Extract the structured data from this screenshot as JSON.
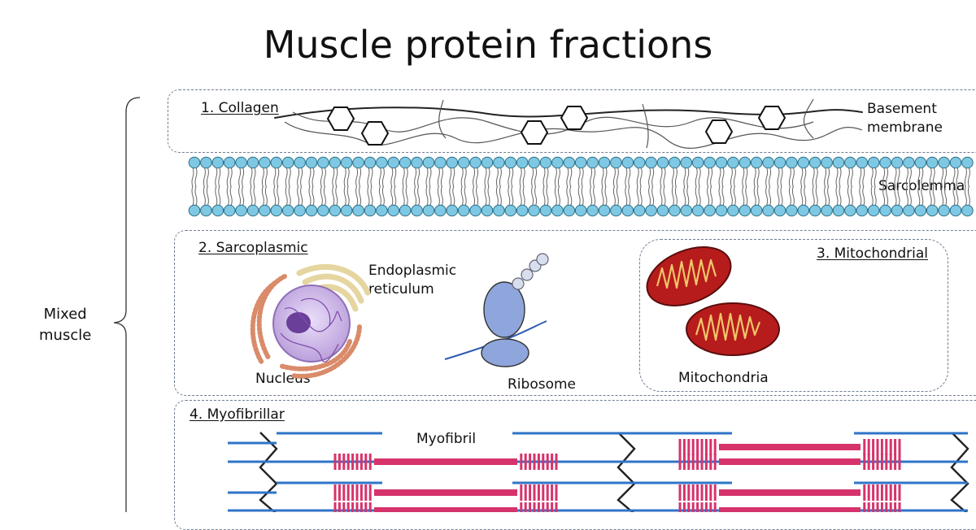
{
  "title": "Muscle protein fractions",
  "bracket_label": "Mixed\nmuscle",
  "sections": {
    "collagen": {
      "heading": "1. Collagen",
      "label": "Basement\nmembrane"
    },
    "membrane": {
      "label": "Sarcolemma"
    },
    "sarcoplasmic": {
      "heading": "2. Sarcoplasmic",
      "er_label": "Endoplasmic\nreticulum",
      "nucleus_label": "Nucleus",
      "ribosome_label": "Ribosome"
    },
    "mitochondrial": {
      "heading": "3. Mitochondrial",
      "label": "Mitochondria"
    },
    "myofibrillar": {
      "heading": "4. Myofibrillar",
      "label": "Myofibril"
    }
  },
  "colors": {
    "box_border": "#6f7d92",
    "phospholipid_head": "#7ec8e3",
    "ribosome": "#8ea6dc",
    "mitochondria_fill": "#b71c1c",
    "mitochondria_cristae": "#f0c56a",
    "actin": "#2f74c8",
    "myosin": "#d6336c",
    "er": "#e8d9a8",
    "nucleus": "#b79ad8"
  }
}
